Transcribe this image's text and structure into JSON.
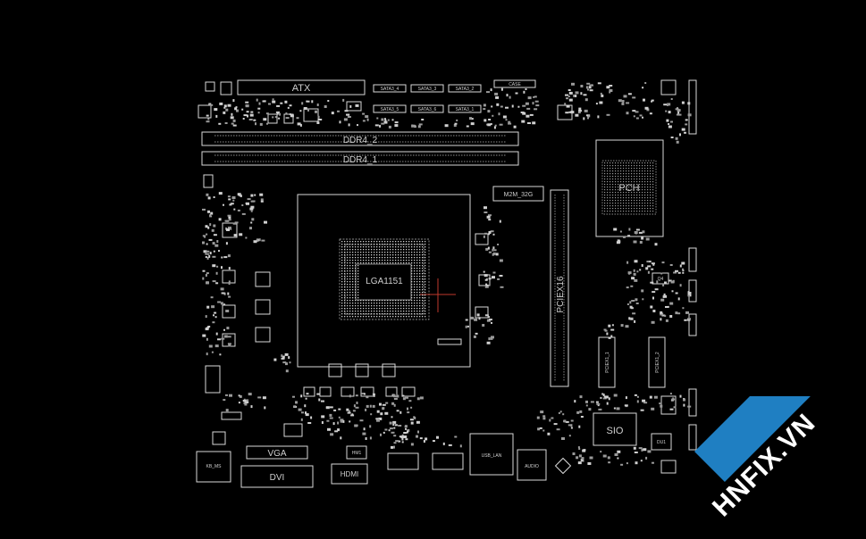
{
  "labels": {
    "atx": "ATX",
    "ddr4_2": "DDR4_2",
    "ddr4_1": "DDR4_1",
    "sata_a": "SATA3_4",
    "sata_b": "SATA3_3",
    "sata_c": "SATA3_2",
    "sata_d": "SATA3_1",
    "sata_e": "SATA3_5",
    "sata_f": "SATA3_6",
    "m2": "M2M_32G",
    "cpu": "LGA1151",
    "pcie16": "PCIEX16",
    "pcie1a": "PCIEX1_1",
    "pcie1b": "PCIEX1_2",
    "pch": "PCH",
    "sio": "SIO",
    "vga": "VGA",
    "dvi": "DVI",
    "hdmi": "HDMI",
    "kb_ms": "KB_MS",
    "usb_lan": "USB_LAN",
    "audio": "AUDIO",
    "q4": "Q4",
    "du1": "DU1",
    "ch_top": "CASE",
    "hm": "HM1"
  },
  "watermark": {
    "text": "HNFIX.VN",
    "color": "#1f7fc2",
    "accent": "#e53935"
  },
  "colors": {
    "background": "#000000",
    "trace": "#d8d8d8",
    "crosshair": "#c0392b"
  }
}
